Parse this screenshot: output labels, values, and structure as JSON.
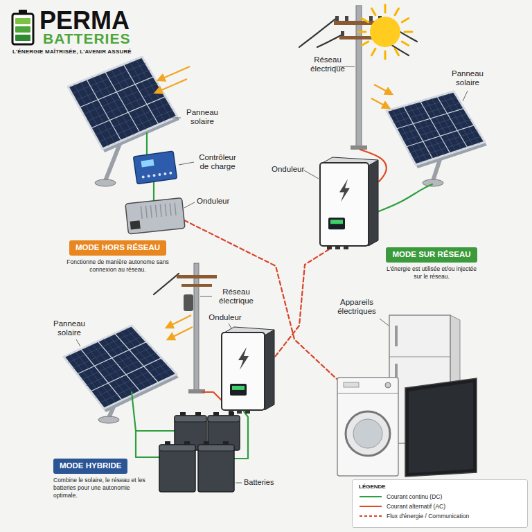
{
  "diagram": {
    "nodes": [
      {
        "text": [
          "MODE HORS RÉSEAU",
          "Fonctionne de manière autonome sans connexion au réseau."
        ]
      },
      {
        "text": [
          "MODE SUR RÉSEAU",
          "L'énergie est utilisée et/ou injectée sur le réseau."
        ]
      },
      {
        "text": [
          "MODE HYBRIDE",
          "Combine le solaire, le réseau et les batteries pour une autonomie optimale."
        ]
      }
    ],
    "labels": [
      "PERMA",
      "BATTERIES",
      "L'ÉNERGIE MAÎTRISÉE, L'AVENIR ASSURÉ",
      "Panneau solaire",
      "Contrôleur de charge",
      "Onduleur",
      "Réseau électrique",
      "Panneau solaire",
      "Onduleur",
      "Réseau électrique",
      "Panneau solaire",
      "Onduleur",
      "Appareils électriques",
      "Batteries",
      "LÉGENDE"
    ],
    "legend": [
      {
        "text": "Courant continu (DC)"
      },
      {
        "text": "Courant alternatif (AC)"
      },
      {
        "text": "Flux d'énergie / Communication"
      }
    ]
  }
}
